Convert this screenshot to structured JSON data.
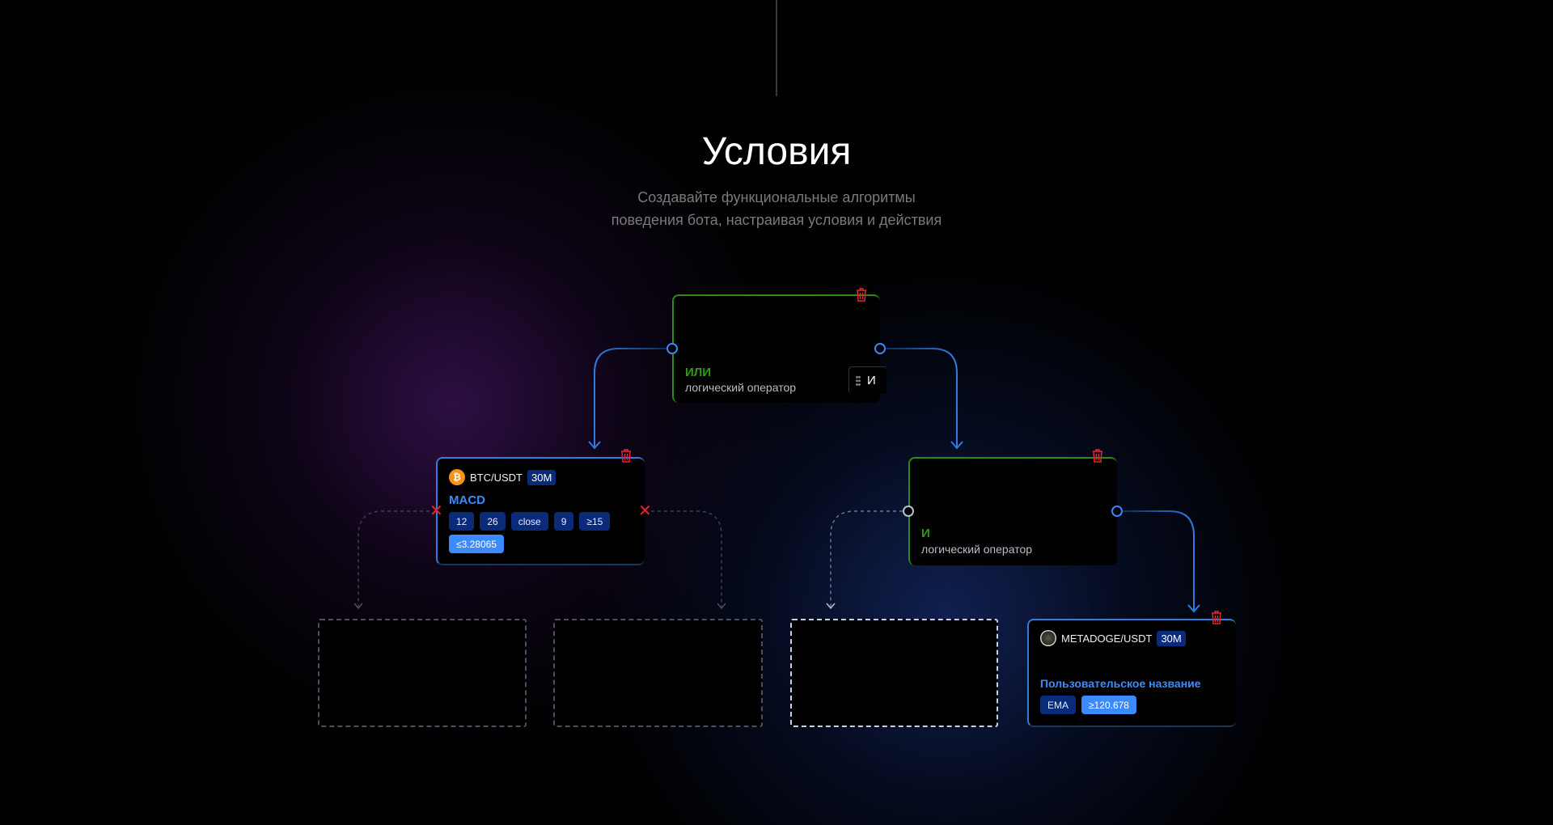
{
  "header": {
    "title": "Условия",
    "subtitle_lines": [
      "Создавайте функциональные алгоритмы",
      "поведения бота, настраивая условия и действия"
    ]
  },
  "or_node": {
    "name": "ИЛИ",
    "description": "логический оператор",
    "drag_chip_label": "И"
  },
  "and_node": {
    "name": "И",
    "description": "логический оператор"
  },
  "btc_node": {
    "pair": "BTC/USDT",
    "timeframe": "30M",
    "indicator": "MACD",
    "params": [
      "12",
      "26",
      "close",
      "9",
      "≥15"
    ],
    "condition": "≤3.28065",
    "coin_symbol": "₿"
  },
  "metadoge_node": {
    "pair": "METADOGE/USDT",
    "timeframe": "30M",
    "indicator": "Пользовательское название",
    "params": [
      "EMA"
    ],
    "condition": "≥120.678"
  },
  "colors": {
    "operator": "#2c9a12",
    "accent": "#3b8bff",
    "delete": "#e5262e",
    "chip": "#0a2a7a"
  }
}
